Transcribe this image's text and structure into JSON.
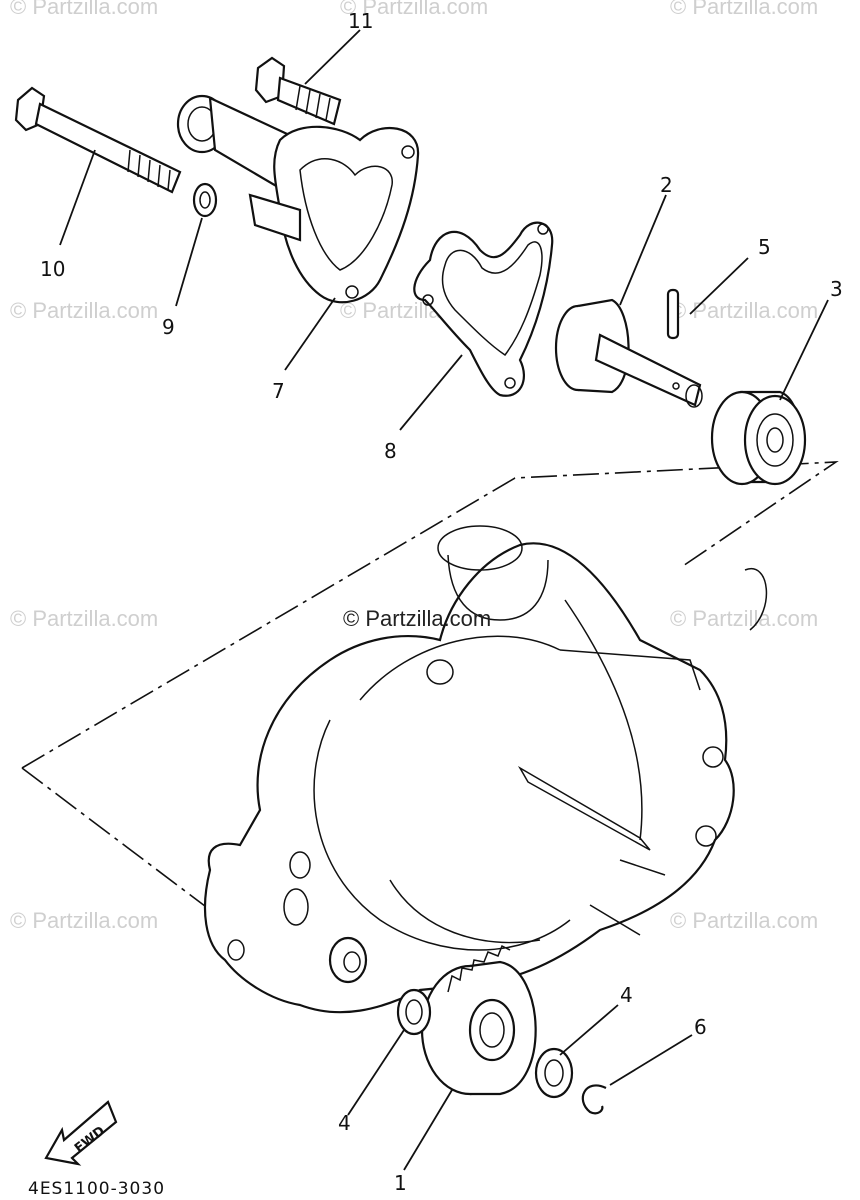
{
  "watermark": "© Partzilla.com",
  "diagram_code": "4ES1100-3030",
  "fwd_label": "FWD",
  "callouts": {
    "c1": "1",
    "c2": "2",
    "c3": "3",
    "c4a": "4",
    "c4b": "4",
    "c5": "5",
    "c6": "6",
    "c7": "7",
    "c8": "8",
    "c9": "9",
    "c10": "10",
    "c11": "11"
  }
}
